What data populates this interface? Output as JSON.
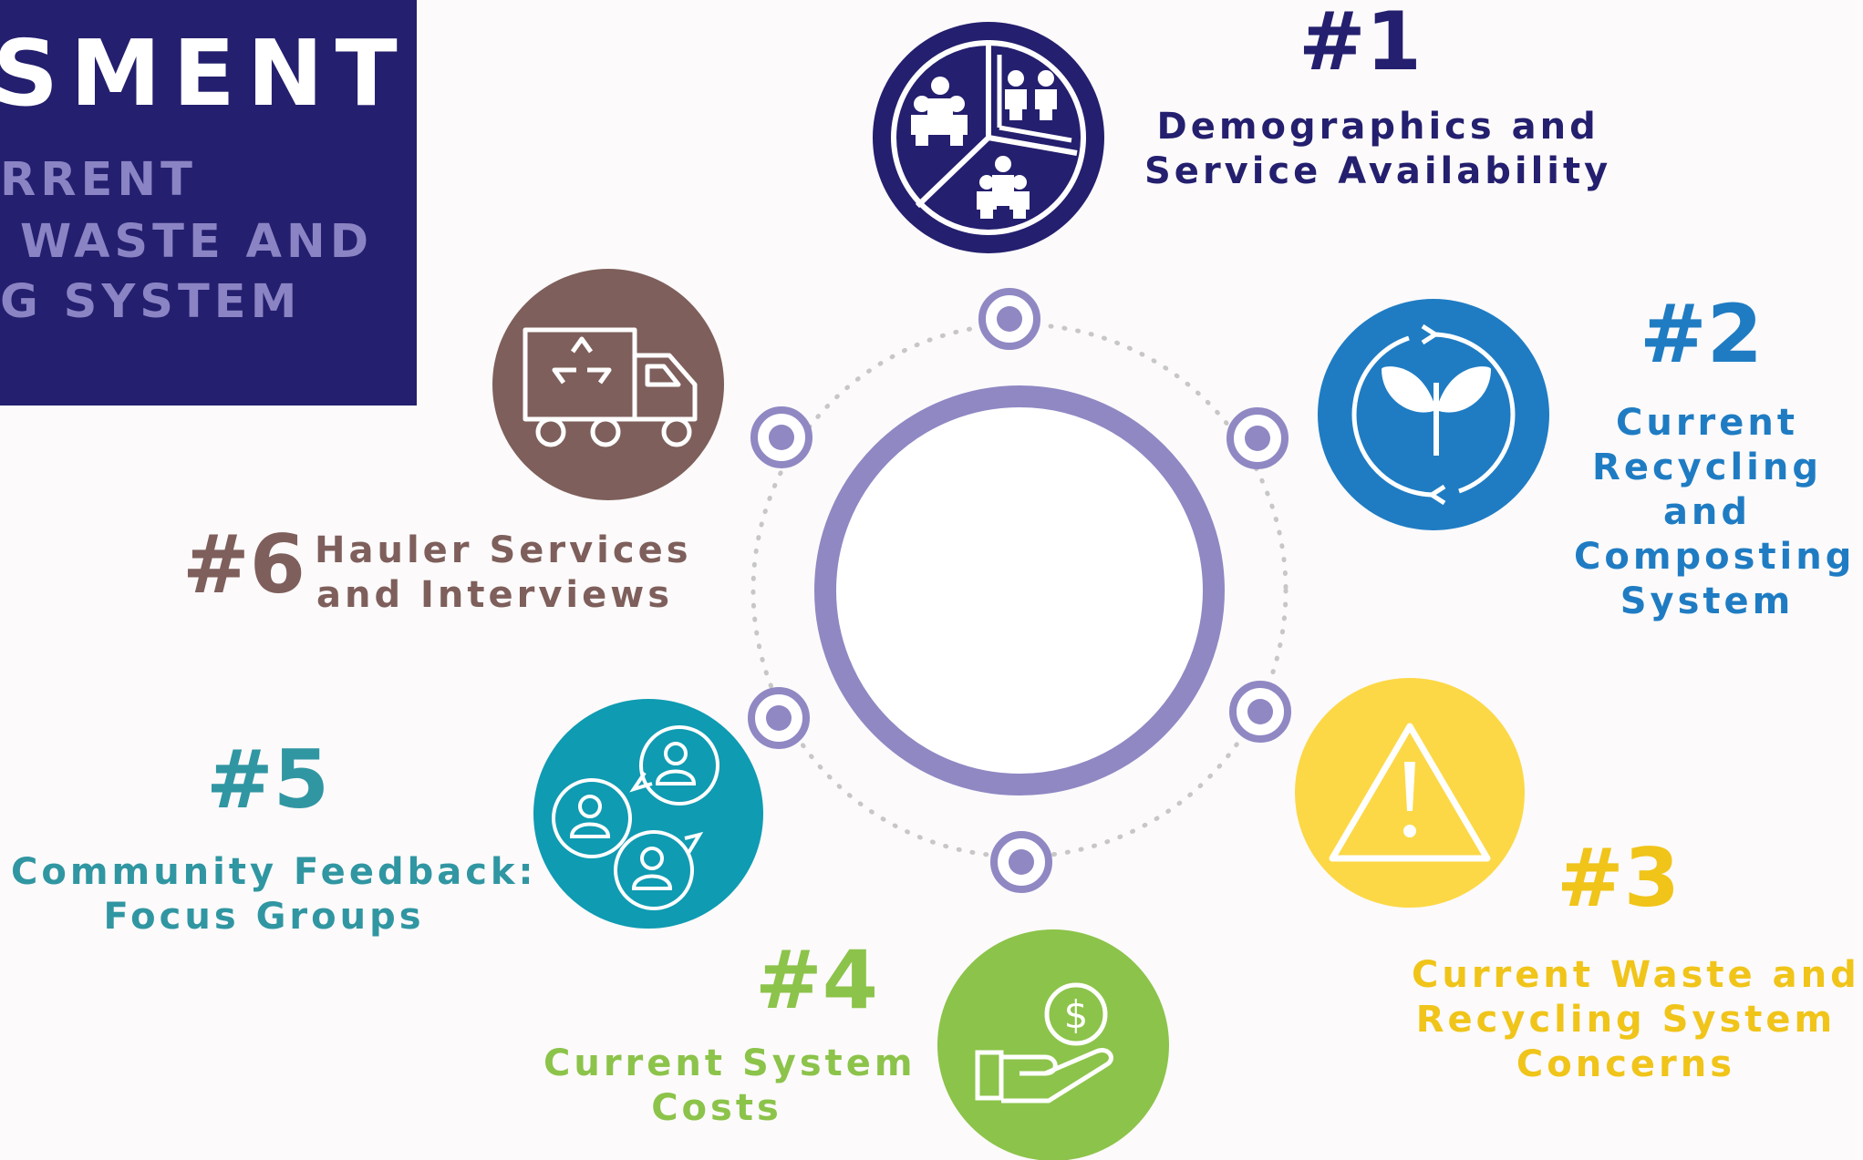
{
  "title": {
    "main": "SMENT",
    "sub_line1": "RRENT",
    "sub_line2": "WASTE AND",
    "sub_line3": "G SYSTEM"
  },
  "colors": {
    "background": "#fcfafb",
    "title_box": "#241f6e",
    "title_sub": "#8b84c4",
    "ring": "#8f88c3",
    "step1": "#241f6e",
    "step2": "#1f7cc3",
    "step3": "#fcd846",
    "step3_text": "#f0c419",
    "step4": "#8cc34a",
    "step5": "#0f9bb2",
    "step5_text": "#3096a2",
    "step6": "#7e5f5b"
  },
  "steps": [
    {
      "number": "#1",
      "lines": [
        "Demographics and",
        "Service Availability"
      ],
      "icon": "pie-chart-people-icon"
    },
    {
      "number": "#2",
      "lines": [
        "Current",
        "Recycling",
        "and",
        "Composting",
        "System"
      ],
      "icon": "recycle-sprout-icon"
    },
    {
      "number": "#3",
      "lines": [
        "Current Waste and",
        "Recycling System",
        "Concerns"
      ],
      "icon": "warning-icon"
    },
    {
      "number": "#4",
      "lines": [
        "Current System",
        "Costs"
      ],
      "icon": "money-hand-icon"
    },
    {
      "number": "#5",
      "lines": [
        "Community Feedback:",
        "Focus Groups"
      ],
      "icon": "chat-people-icon"
    },
    {
      "number": "#6",
      "lines": [
        "Hauler Services",
        "and Interviews"
      ],
      "icon": "recycling-truck-icon"
    }
  ]
}
